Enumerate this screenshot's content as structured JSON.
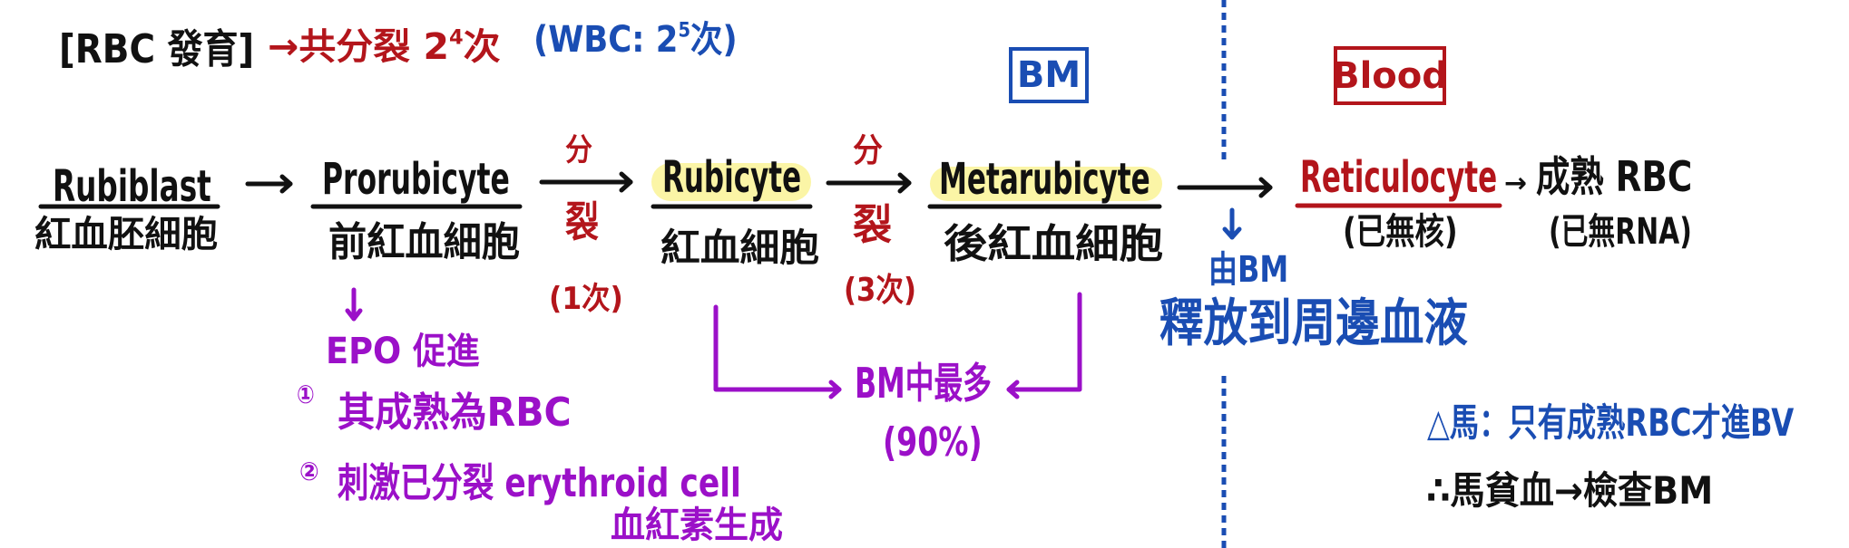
{
  "header": {
    "title": "[RBC 發育]",
    "division_prefix": "→共分裂 2",
    "division_exponent": "4",
    "division_suffix": "次",
    "wbc_prefix": "(WBC: 2",
    "wbc_exponent": "5",
    "wbc_suffix": "次)"
  },
  "zones": {
    "bm_label": "BM",
    "blood_label": "Blood"
  },
  "stages": [
    {
      "name": "Rubiblast",
      "chinese": "紅血胚細胞"
    },
    {
      "name": "Prorubicyte",
      "chinese": "前紅血細胞"
    },
    {
      "name": "Rubicyte",
      "chinese": "紅血細胞",
      "highlighted": true
    },
    {
      "name": "Metarubicyte",
      "chinese": "後紅血細胞",
      "highlighted": true
    },
    {
      "name": "Reticulocyte",
      "note": "(已無核)"
    },
    {
      "name": "成熟 RBC",
      "note": "(已無RNA)"
    }
  ],
  "transitions": [
    {
      "from": "Prorubicyte",
      "to": "Rubicyte",
      "top": "分",
      "bottom": "裂",
      "count": "(1次)"
    },
    {
      "from": "Rubicyte",
      "to": "Metarubicyte",
      "top": "分",
      "bottom": "裂",
      "count": "(3次)"
    }
  ],
  "maturation_arrow": "→",
  "release_note": {
    "line1": "由BM",
    "line2": "釋放到周邊血液"
  },
  "epo_note": {
    "title": "EPO 促進",
    "items": [
      {
        "marker": "①",
        "text": "其成熟為RBC"
      },
      {
        "marker": "②",
        "text": "刺激已分裂 erythroid cell",
        "subtext": "血紅素生成"
      }
    ]
  },
  "bm_majority": {
    "label": "BM中最多",
    "percent": "(90%)"
  },
  "side_notes": [
    {
      "text": "△馬：只有成熟RBC才進BV"
    },
    {
      "text": "∴馬貧血→檢查BM"
    }
  ],
  "colors": {
    "black": "#111111",
    "red": "#b3151b",
    "blue": "#1a4db3",
    "purple": "#9b10c8",
    "highlight": "#fbf49c"
  }
}
